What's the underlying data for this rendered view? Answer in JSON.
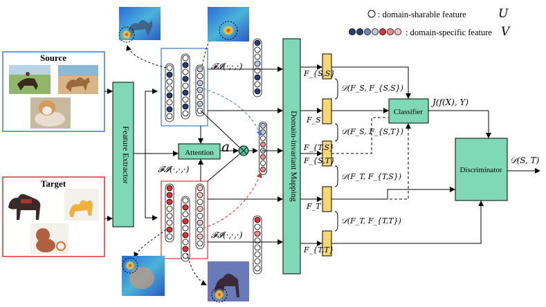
{
  "legend": {
    "sharable_text": ": domain-sharable feature",
    "sharable_symbol": "U",
    "specific_text": ": domain-specific feature",
    "specific_symbol": "V",
    "specific_dot_colors": [
      "#2b3f6e",
      "#2b3f6e",
      "#6f86b8",
      "#c0c8dd",
      "#e0303a",
      "#f08a8a",
      "#f5c4c4"
    ]
  },
  "source": {
    "title": "Source"
  },
  "target": {
    "title": "Target"
  },
  "feature_extractor": {
    "label": "Feature Extractor"
  },
  "attention": {
    "label": "Attention",
    "alpha": "a"
  },
  "fi_labels": {
    "top": "𝓕𝓘(·,·,·)",
    "middle": "𝓕𝓘(·,·,·)",
    "bottom": "𝓕𝓘(·,·,·)"
  },
  "mapping": {
    "label": "Domain-invariant Mapping"
  },
  "features": {
    "fss": "F_{S,S}",
    "fs": "F_S",
    "fst": "F_{T,S}",
    "fsst": "F_{S,T}",
    "ft": "F_T",
    "ftt": "F_{T,T}"
  },
  "distances": {
    "d1": "𝒟(F_S, F_{S,S})",
    "d2": "𝒟(F_S, F_{S,T})",
    "d3": "𝒟(F_T, F_{T,S})",
    "d4": "𝒟(F_T, F_{T,T})"
  },
  "classifier": {
    "label": "Classifier",
    "output": "J(f(X), Y)"
  },
  "discriminator": {
    "label": "Discriminator",
    "output": "𝒟(S, T)"
  },
  "colors": {
    "green_box": "#7fd8b8",
    "yellow_box": "#f7d774",
    "source_border": "#3f78c8",
    "target_border": "#e03030",
    "dark_blue": "#2b3f6e",
    "mid_blue": "#6f86b8",
    "light_blue": "#c0c8dd",
    "red": "#e0303a",
    "pink": "#f08a8a",
    "light_pink": "#f5c4c4"
  }
}
